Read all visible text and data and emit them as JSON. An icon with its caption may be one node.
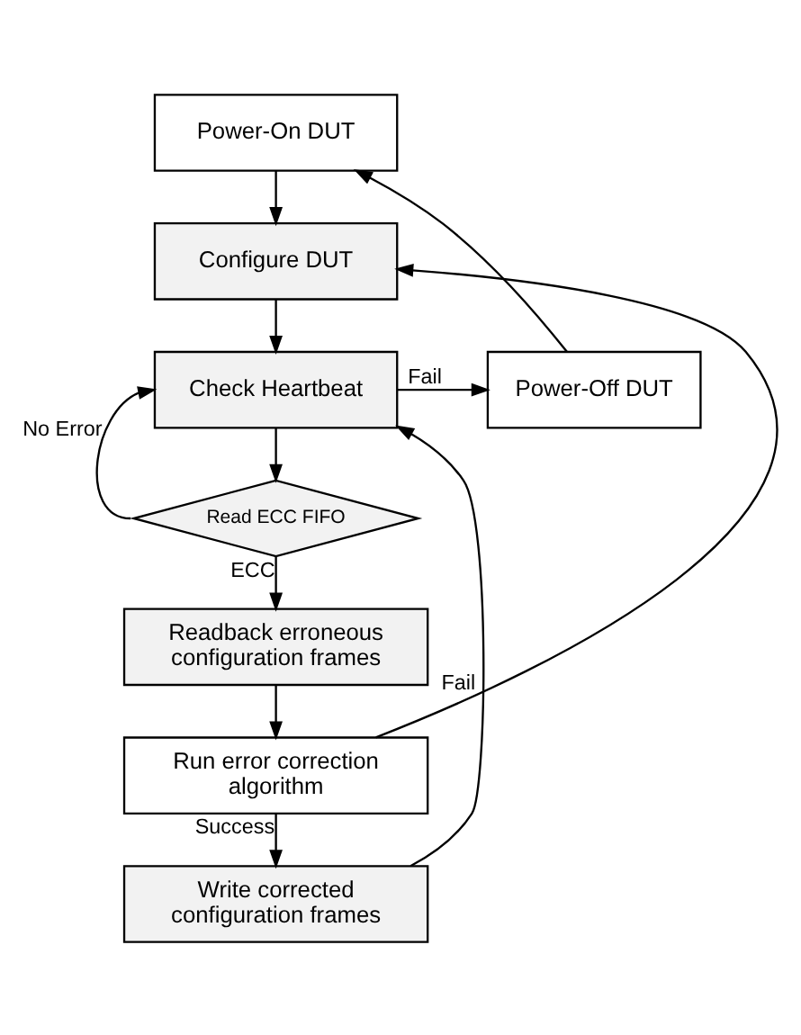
{
  "diagram": {
    "nodes": [
      {
        "text": [
          "Power-On DUT"
        ]
      },
      {
        "text": [
          "Configure DUT"
        ]
      },
      {
        "text": [
          "Check Heartbeat"
        ]
      },
      {
        "text": [
          "Power-Off DUT"
        ]
      },
      {
        "text": [
          "Read ECC FIFO"
        ]
      },
      {
        "text": [
          "Readback erroneous configuration frames"
        ]
      },
      {
        "text": [
          "Run error correction algorithm"
        ]
      },
      {
        "text": [
          "Write corrected configuration frames"
        ]
      }
    ],
    "edges": [
      {
        "from": 0,
        "to": 1,
        "arrow": "to"
      },
      {
        "from": 1,
        "to": 2,
        "arrow": "to"
      },
      {
        "from": 2,
        "to": 3,
        "arrow": "to",
        "label": "Fail"
      },
      {
        "from": 3,
        "to": 0,
        "arrow": "to"
      },
      {
        "from": 2,
        "to": 4,
        "arrow": "to"
      },
      {
        "from": 4,
        "to": 2,
        "arrow": "to",
        "label": "No Error"
      },
      {
        "from": 4,
        "to": 5,
        "arrow": "to",
        "label": "ECC"
      },
      {
        "from": 5,
        "to": 6,
        "arrow": "to"
      },
      {
        "from": 6,
        "to": 1,
        "arrow": "to",
        "label": "Fail"
      },
      {
        "from": 6,
        "to": 7,
        "arrow": "to",
        "label": "Success"
      },
      {
        "from": 7,
        "to": 2,
        "arrow": "to"
      }
    ]
  }
}
